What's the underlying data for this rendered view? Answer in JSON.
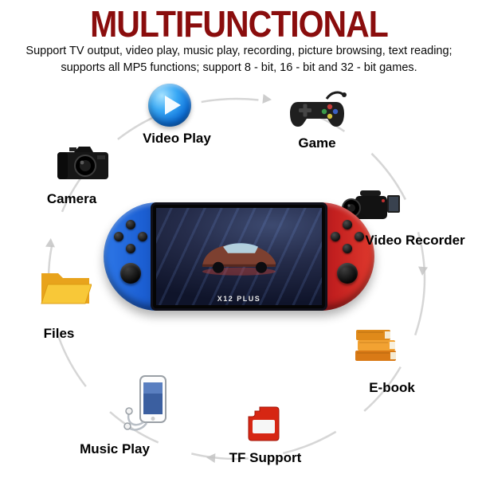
{
  "header": {
    "title": "MULTIFUNCTIONAL",
    "subtitle_line1": "Support TV output, video play, music play, recording, picture browsing, text reading;",
    "subtitle_line2": "supports all MP5 functions; support 8 - bit, 16 - bit and 32 - bit games."
  },
  "features": {
    "video_play": {
      "label": "Video Play",
      "icon": "play-button-icon"
    },
    "game": {
      "label": "Game",
      "icon": "gamepad-icon"
    },
    "camera": {
      "label": "Camera",
      "icon": "camera-icon"
    },
    "video_recorder": {
      "label": "Video Recorder",
      "icon": "camcorder-icon"
    },
    "files": {
      "label": "Files",
      "icon": "folder-icon"
    },
    "ebook": {
      "label": "E-book",
      "icon": "books-icon"
    },
    "music_play": {
      "label": "Music Play",
      "icon": "phone-music-icon"
    },
    "tf_support": {
      "label": "TF Support",
      "icon": "sd-card-icon"
    }
  },
  "console": {
    "model_label": "X12 PLUS"
  },
  "colors": {
    "title": "#8a0d0d",
    "console_left": "#1f6fe0",
    "console_right": "#d42a20",
    "play_button": "#1a86e8",
    "folder": "#f3b82a",
    "tf_card": "#d62613",
    "cycle_arrows": "#c4c4c4"
  }
}
